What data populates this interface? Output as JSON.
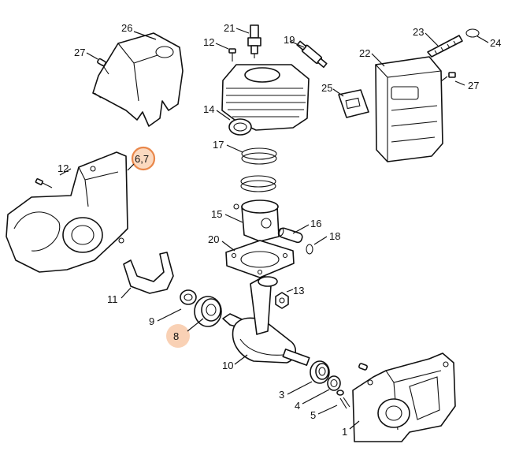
{
  "labels": {
    "p1": "1",
    "p3": "3",
    "p4": "4",
    "p5": "5",
    "p6_7": "6,7",
    "p8": "8",
    "p9": "9",
    "p10": "10",
    "p11": "11",
    "p12a": "12",
    "p12b": "12",
    "p13": "13",
    "p14": "14",
    "p15": "15",
    "p16": "16",
    "p17": "17",
    "p18": "18",
    "p19": "19",
    "p20": "20",
    "p21": "21",
    "p22": "22",
    "p23": "23",
    "p24": "24",
    "p25": "25",
    "p26": "26",
    "p27a": "27",
    "p27b": "27"
  },
  "highlights": [
    "6,7",
    "8"
  ],
  "colors": {
    "highlight_fill": "#fbd9c0",
    "highlight_stroke": "#e9874a",
    "line": "#111111"
  }
}
